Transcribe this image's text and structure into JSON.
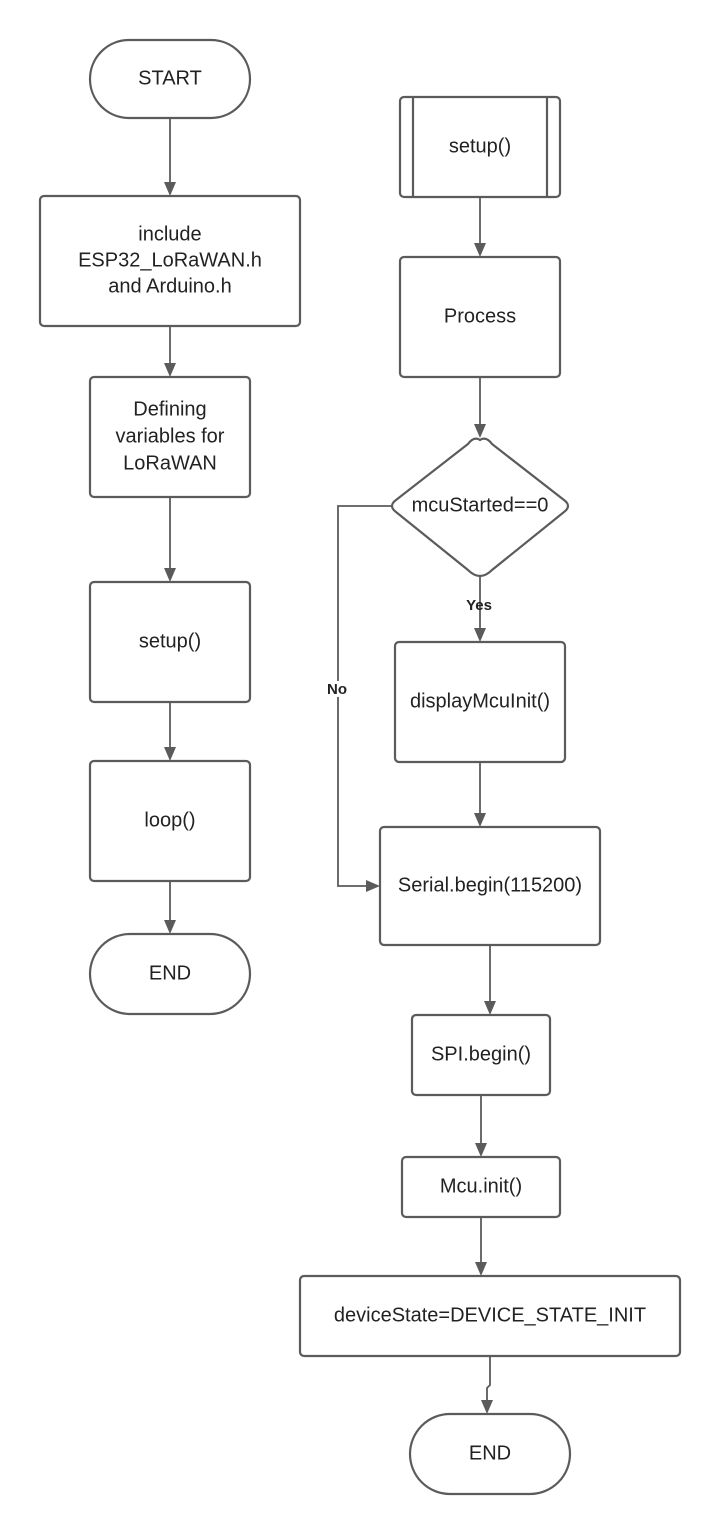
{
  "colors": {
    "stroke": "#5b5b5b",
    "fill": "#ffffff",
    "text": "#222222"
  },
  "left_flow": {
    "start": "START",
    "include_lines": [
      "include",
      "ESP32_LoRaWAN.h",
      "and Arduino.h"
    ],
    "define_lines": [
      "Defining",
      "variables for",
      "LoRaWAN"
    ],
    "setup": "setup()",
    "loop": "loop()",
    "end": "END"
  },
  "right_flow": {
    "setup_subroutine": "setup()",
    "process": "Process",
    "decision": "mcuStarted==0",
    "yes_label": "Yes",
    "no_label": "No",
    "display_init": "displayMcuInit()",
    "serial_begin": "Serial.begin(115200)",
    "spi_begin": "SPI.begin()",
    "mcu_init": "Mcu.init()",
    "device_state": "deviceState=DEVICE_STATE_INIT",
    "end": "END"
  }
}
